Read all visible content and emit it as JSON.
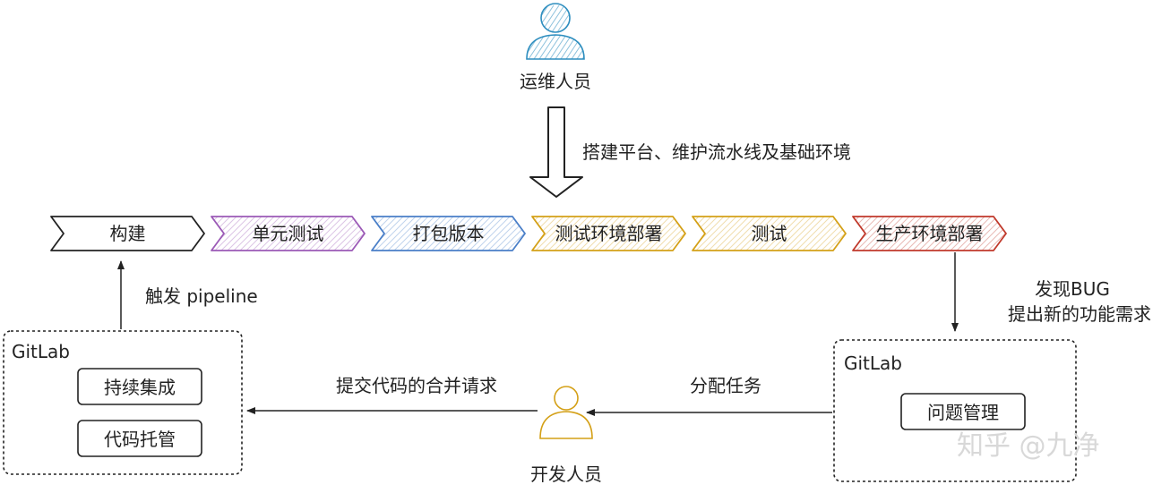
{
  "ops_person": {
    "label": "运维人员",
    "color": "#2e8ebf"
  },
  "ops_action": "搭建平台、维护流水线及基础环境",
  "stages": [
    {
      "label": "构建",
      "color": "#222222",
      "hatch": false
    },
    {
      "label": "单元测试",
      "color": "#9b59b6",
      "hatch": true
    },
    {
      "label": "打包版本",
      "color": "#4a7fc8",
      "hatch": true
    },
    {
      "label": "测试环境部署",
      "color": "#d4a017",
      "hatch": true
    },
    {
      "label": "测试",
      "color": "#d4a017",
      "hatch": true
    },
    {
      "label": "生产环境部署",
      "color": "#c0392b",
      "hatch": true
    }
  ],
  "trigger_label": "触发 pipeline",
  "bug_label_line1": "发现BUG",
  "bug_label_line2": "提出新的功能需求",
  "gitlab_left": {
    "title": "GitLab",
    "items": [
      "持续集成",
      "代码托管"
    ]
  },
  "gitlab_right": {
    "title": "GitLab",
    "items": [
      "问题管理"
    ]
  },
  "merge_label": "提交代码的合并请求",
  "assign_label": "分配任务",
  "dev_person": {
    "label": "开发人员",
    "color": "#d4a017"
  },
  "watermark": "知乎 @九净"
}
